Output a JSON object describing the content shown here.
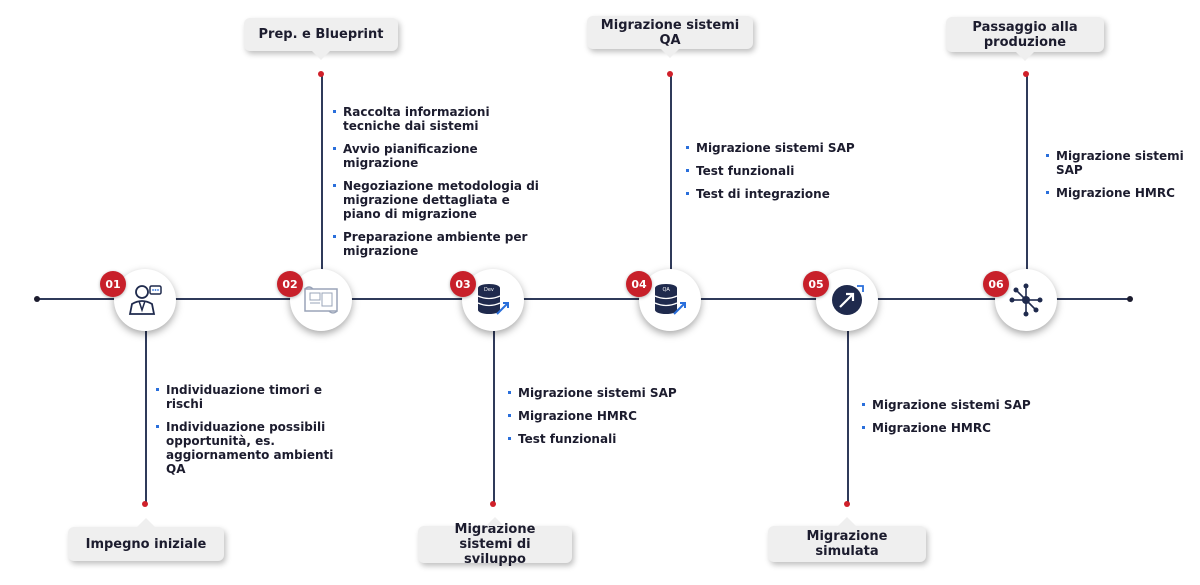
{
  "steps": [
    {
      "number": "01",
      "title": "Impegno iniziale",
      "icon": "consultant-icon",
      "items": [
        "Individuazione timori e rischi",
        "Individuazione possibili opportunità, es. aggiornamento ambienti QA"
      ]
    },
    {
      "number": "02",
      "title": "Prep. e Blueprint",
      "icon": "blueprint-icon",
      "items": [
        "Raccolta informazioni tecniche dai sistemi",
        "Avvio pianificazione migrazione",
        "Negoziazione metodologia di migrazione dettagliata e piano di migrazione",
        "Preparazione ambiente per migrazione"
      ]
    },
    {
      "number": "03",
      "title": "Migrazione sistemi di sviluppo",
      "icon": "dev-database-icon",
      "icon_label": "Dev",
      "items": [
        "Migrazione sistemi SAP",
        "Migrazione HMRC",
        "Test funzionali"
      ]
    },
    {
      "number": "04",
      "title": "Migrazione sistemi QA",
      "icon": "qa-database-icon",
      "icon_label": "QA",
      "items": [
        "Migrazione sistemi SAP",
        "Test funzionali",
        "Test di integrazione"
      ]
    },
    {
      "number": "05",
      "title": "Migrazione simulata",
      "icon": "simulation-arrow-icon",
      "items": [
        "Migrazione sistemi SAP",
        "Migrazione HMRC"
      ]
    },
    {
      "number": "06",
      "title": "Passaggio alla produzione",
      "icon": "network-hub-icon",
      "items": [
        "Migrazione sistemi SAP",
        "Migrazione HMRC"
      ]
    }
  ],
  "colors": {
    "badge": "#c8202a",
    "line": "#2f3a5a",
    "bullet": "#2a6fdb",
    "callout_bg": "#efefef",
    "icon_dark": "#1f2a4d"
  }
}
